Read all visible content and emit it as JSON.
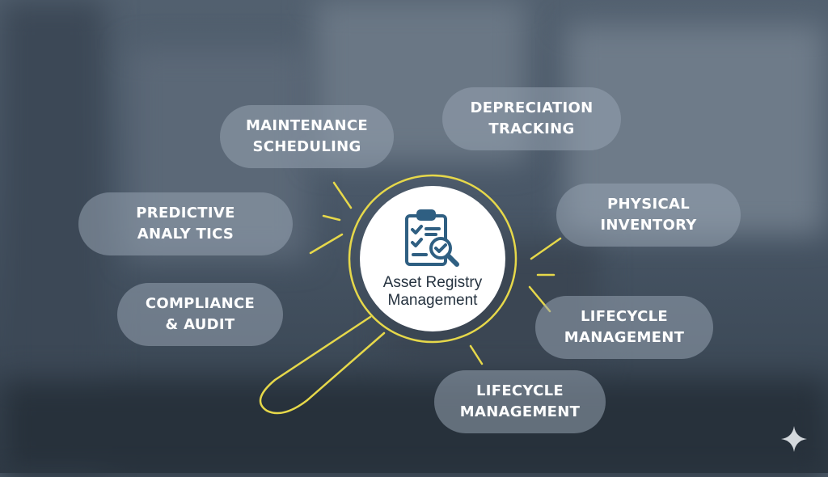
{
  "center": {
    "title_line1": "Asset Registry",
    "title_line2": "Management",
    "icon": "clipboard-checklist-magnifier-icon"
  },
  "nodes": [
    {
      "line1": "MAINTENANCE",
      "line2": "SCHEDULING"
    },
    {
      "line1": "DEPRECIATION",
      "line2": "TRACKING"
    },
    {
      "line1": "PREDICTIVE",
      "line2": "ANALY TICS"
    },
    {
      "line1": "PHYSICAL",
      "line2": "INVENTORY"
    },
    {
      "line1": "COMPLIANCE",
      "line2": "& AUDIT"
    },
    {
      "line1": "LIFECYCLE",
      "line2": "MANAGEMENT"
    },
    {
      "line1": "LIFECYCLE",
      "line2": "MANAGEMENT"
    }
  ],
  "colors": {
    "accent": "#e6d84a",
    "icon": "#2f5f82",
    "pill": "#96a2b0"
  }
}
